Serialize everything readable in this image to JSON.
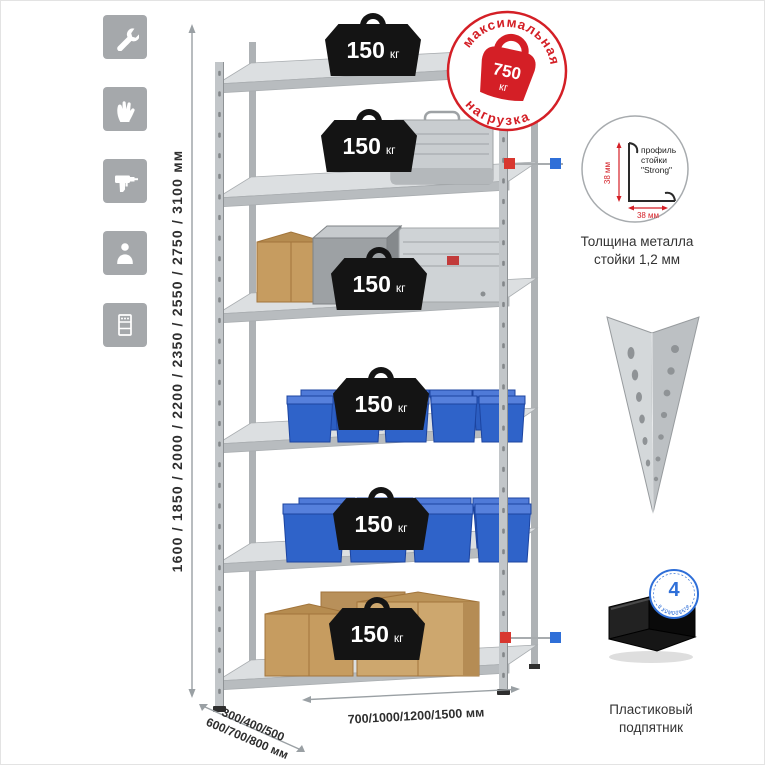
{
  "colors": {
    "red": "#d41f26",
    "blue": "#2f6fd8",
    "icon_gray": "#a5a8ab"
  },
  "left_icons": [
    "wrench-icon",
    "gloves-icon",
    "drill-icon",
    "person-icon",
    "rack-icon"
  ],
  "dimensions": {
    "height": "1600 / 1850 / 2000 / 2200 / 2350 / 2550 / 2750 / 3100 мм",
    "width": "700/1000/1200/1500 мм",
    "depth_line1": "300/400/500",
    "depth_line2": "600/700/800 мм"
  },
  "shelves": [
    {
      "load": "150",
      "unit": "кг"
    },
    {
      "load": "150",
      "unit": "кг"
    },
    {
      "load": "150",
      "unit": "кг"
    },
    {
      "load": "150",
      "unit": "кг"
    },
    {
      "load": "150",
      "unit": "кг"
    },
    {
      "load": "150",
      "unit": "кг"
    }
  ],
  "stamp": {
    "arc_top": "максимальная",
    "arc_bottom": "нагрузка",
    "value": "750",
    "unit": "кг"
  },
  "profile": {
    "line1": "профиль",
    "line2": "стойки",
    "line3": "\"Strong\"",
    "dim_vertical": "38 мм",
    "dim_horizontal": "38 мм",
    "caption_line1": "Толщина металла",
    "caption_line2": "стойки 1,2 мм"
  },
  "foot": {
    "badge_value": "4",
    "badge_ring": "в комплекте",
    "caption_line1": "Пластиковый",
    "caption_line2": "подпятник"
  }
}
